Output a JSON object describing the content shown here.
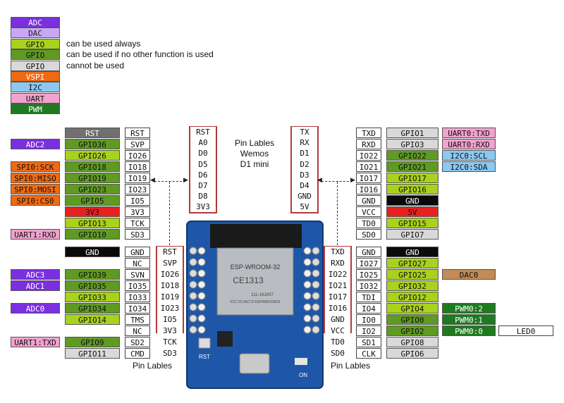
{
  "colors": {
    "ADC": "#7b2fe0",
    "DAC": "#c8a8f4",
    "GPIO_ALWAYS": "#a8d21c",
    "GPIO_COND": "#5f9a23",
    "GPIO_NEVER": "#d9d9d9",
    "VSPI": "#f06a12",
    "I2C": "#8cc8f0",
    "UART": "#f2a2cf",
    "PWM": "#1f7a1f",
    "RST": "#707070",
    "POWER": "#e82020",
    "GND": "#0a0a0a",
    "DAC0": "#c48a57",
    "WHITE": "#ffffff",
    "BOARD": "#1f57a8"
  },
  "legend": {
    "items": [
      {
        "label": "ADC",
        "color": "#7b2fe0",
        "fg": "#fff"
      },
      {
        "label": "DAC",
        "color": "#c8a8f4",
        "fg": "#222"
      },
      {
        "label": "GPIO",
        "color": "#a8d21c",
        "fg": "#111",
        "desc": "can be used always"
      },
      {
        "label": "GPIO",
        "color": "#5f9a23",
        "fg": "#111",
        "desc": "can be used if no other function is used"
      },
      {
        "label": "GPIO",
        "color": "#d9d9d9",
        "fg": "#111",
        "desc": "cannot be used"
      },
      {
        "label": "VSPI",
        "color": "#f06a12",
        "fg": "#fff"
      },
      {
        "label": "I2C",
        "color": "#8cc8f0",
        "fg": "#111"
      },
      {
        "label": "UART",
        "color": "#f2a2cf",
        "fg": "#111"
      },
      {
        "label": "PWM",
        "color": "#1f7a1f",
        "fg": "#fff"
      }
    ]
  },
  "center_title": {
    "line1": "Pin Lables",
    "line2": "Wemos",
    "line3": "D1 mini"
  },
  "center_left_pins": [
    "RST",
    "A0",
    "D0",
    "D5",
    "D6",
    "D7",
    "D8",
    "3V3"
  ],
  "center_right_pins": [
    "TX",
    "RX",
    "D1",
    "D2",
    "D3",
    "D4",
    "GND",
    "5V"
  ],
  "top_left_rows": [
    {
      "func": "",
      "gpio": "RST",
      "gpio_color": "#707070",
      "gpio_fg": "#fff",
      "label": "RST"
    },
    {
      "func": "ADC2",
      "func_color": "#7b2fe0",
      "func_fg": "#fff",
      "gpio": "GPIO36",
      "gpio_color": "#5f9a23",
      "gpio_fg": "#111",
      "label": "SVP"
    },
    {
      "func": "",
      "gpio": "GPIO26",
      "gpio_color": "#a8d21c",
      "gpio_fg": "#111",
      "label": "IO26"
    },
    {
      "func": "SPI0:SCK",
      "func_color": "#f06a12",
      "func_fg": "#111",
      "gpio": "GPIO18",
      "gpio_color": "#5f9a23",
      "gpio_fg": "#111",
      "label": "IO18"
    },
    {
      "func": "SPI0:MISO",
      "func_color": "#f06a12",
      "func_fg": "#111",
      "gpio": "GPIO19",
      "gpio_color": "#5f9a23",
      "gpio_fg": "#111",
      "label": "IO19"
    },
    {
      "func": "SPI0:MOSI",
      "func_color": "#f06a12",
      "func_fg": "#111",
      "gpio": "GPIO23",
      "gpio_color": "#5f9a23",
      "gpio_fg": "#111",
      "label": "IO23"
    },
    {
      "func": "SPI0:CS0",
      "func_color": "#f06a12",
      "func_fg": "#111",
      "gpio": "GPIO5",
      "gpio_color": "#5f9a23",
      "gpio_fg": "#111",
      "label": "IO5"
    },
    {
      "func": "",
      "gpio": "3V3",
      "gpio_color": "#e82020",
      "gpio_fg": "#111",
      "label": "3V3"
    },
    {
      "func": "",
      "gpio": "GPIO13",
      "gpio_color": "#a8d21c",
      "gpio_fg": "#111",
      "label": "TCK"
    },
    {
      "func": "UART1:RXD",
      "func_color": "#f2a2cf",
      "func_fg": "#111",
      "gpio": "GPIO10",
      "gpio_color": "#5f9a23",
      "gpio_fg": "#111",
      "label": "SD3"
    }
  ],
  "top_right_rows": [
    {
      "label": "TXD",
      "gpio": "GPIO1",
      "gpio_color": "#d9d9d9",
      "gpio_fg": "#111",
      "func": "UART0:TXD",
      "func_color": "#f2a2cf",
      "func_fg": "#111"
    },
    {
      "label": "RXD",
      "gpio": "GPIO3",
      "gpio_color": "#d9d9d9",
      "gpio_fg": "#111",
      "func": "UART0:RXD",
      "func_color": "#f2a2cf",
      "func_fg": "#111"
    },
    {
      "label": "IO22",
      "gpio": "GPIO22",
      "gpio_color": "#5f9a23",
      "gpio_fg": "#111",
      "func": "I2C0:SCL",
      "func_color": "#8cc8f0",
      "func_fg": "#111"
    },
    {
      "label": "IO21",
      "gpio": "GPIO21",
      "gpio_color": "#5f9a23",
      "gpio_fg": "#111",
      "func": "I2C0:SDA",
      "func_color": "#8cc8f0",
      "func_fg": "#111"
    },
    {
      "label": "IO17",
      "gpio": "GPIO17",
      "gpio_color": "#a8d21c",
      "gpio_fg": "#111",
      "func": ""
    },
    {
      "label": "IO16",
      "gpio": "GPIO16",
      "gpio_color": "#a8d21c",
      "gpio_fg": "#111",
      "func": ""
    },
    {
      "label": "GND",
      "gpio": "GND",
      "gpio_color": "#0a0a0a",
      "gpio_fg": "#fff",
      "func": ""
    },
    {
      "label": "VCC",
      "gpio": "5V",
      "gpio_color": "#e82020",
      "gpio_fg": "#111",
      "func": ""
    },
    {
      "label": "TD0",
      "gpio": "GPIO15",
      "gpio_color": "#a8d21c",
      "gpio_fg": "#111",
      "func": ""
    },
    {
      "label": "SD0",
      "gpio": "GPIO7",
      "gpio_color": "#d9d9d9",
      "gpio_fg": "#111",
      "func": ""
    }
  ],
  "bottom_left_rows": [
    {
      "func": "",
      "gpio": "GND",
      "gpio_color": "#0a0a0a",
      "gpio_fg": "#fff",
      "label": "GND",
      "board": "RST"
    },
    {
      "func": "",
      "gpio": "",
      "label": "NC",
      "board": "SVP"
    },
    {
      "func": "ADC3",
      "func_color": "#7b2fe0",
      "func_fg": "#fff",
      "gpio": "GPIO39",
      "gpio_color": "#5f9a23",
      "gpio_fg": "#111",
      "label": "SVN",
      "board": "IO26"
    },
    {
      "func": "ADC1",
      "func_color": "#7b2fe0",
      "func_fg": "#fff",
      "gpio": "GPIO35",
      "gpio_color": "#5f9a23",
      "gpio_fg": "#111",
      "label": "IO35",
      "board": "IO18"
    },
    {
      "func": "",
      "gpio": "GPIO33",
      "gpio_color": "#a8d21c",
      "gpio_fg": "#111",
      "label": "IO33",
      "board": "IO19"
    },
    {
      "func": "ADC0",
      "func_color": "#7b2fe0",
      "func_fg": "#fff",
      "gpio": "GPIO34",
      "gpio_color": "#5f9a23",
      "gpio_fg": "#111",
      "label": "IO34",
      "board": "IO23"
    },
    {
      "func": "",
      "gpio": "GPIO14",
      "gpio_color": "#a8d21c",
      "gpio_fg": "#111",
      "label": "TMS",
      "board": "IO5"
    },
    {
      "func": "",
      "gpio": "",
      "label": "NC",
      "board": "3V3"
    },
    {
      "func": "UART1:TXD",
      "func_color": "#f2a2cf",
      "func_fg": "#111",
      "gpio": "GPIO9",
      "gpio_color": "#5f9a23",
      "gpio_fg": "#111",
      "label": "SD2",
      "board": "TCK"
    },
    {
      "func": "",
      "gpio": "GPIO11",
      "gpio_color": "#d9d9d9",
      "gpio_fg": "#111",
      "label": "CMD",
      "board": "SD3"
    }
  ],
  "bottom_right_rows": [
    {
      "board": "TXD",
      "label": "GND",
      "gpio": "GND",
      "gpio_color": "#0a0a0a",
      "gpio_fg": "#fff",
      "func": ""
    },
    {
      "board": "RXD",
      "label": "IO27",
      "gpio": "GPIO27",
      "gpio_color": "#a8d21c",
      "gpio_fg": "#111",
      "func": ""
    },
    {
      "board": "IO22",
      "label": "IO25",
      "gpio": "GPIO25",
      "gpio_color": "#a8d21c",
      "gpio_fg": "#111",
      "func": "DAC0",
      "func_color": "#c48a57",
      "func_fg": "#111"
    },
    {
      "board": "IO21",
      "label": "IO32",
      "gpio": "GPIO32",
      "gpio_color": "#a8d21c",
      "gpio_fg": "#111",
      "func": ""
    },
    {
      "board": "IO17",
      "label": "TDI",
      "gpio": "GPIO12",
      "gpio_color": "#a8d21c",
      "gpio_fg": "#111",
      "func": ""
    },
    {
      "board": "IO16",
      "label": "IO4",
      "gpio": "GPIO4",
      "gpio_color": "#a8d21c",
      "gpio_fg": "#111",
      "func": "PWM0:2",
      "func_color": "#1f7a1f",
      "func_fg": "#fff"
    },
    {
      "board": "GND",
      "label": "IO0",
      "gpio": "GPIO0",
      "gpio_color": "#5f9a23",
      "gpio_fg": "#111",
      "func": "PWM0:1",
      "func_color": "#1f7a1f",
      "func_fg": "#fff"
    },
    {
      "board": "VCC",
      "label": "IO2",
      "gpio": "GPIO2",
      "gpio_color": "#5f9a23",
      "gpio_fg": "#111",
      "func": "PWM0:0",
      "func_color": "#1f7a1f",
      "func_fg": "#fff",
      "extra": "LED0"
    },
    {
      "board": "TD0",
      "label": "SD1",
      "gpio": "GPIO8",
      "gpio_color": "#d9d9d9",
      "gpio_fg": "#111",
      "func": ""
    },
    {
      "board": "SD0",
      "label": "CLK",
      "gpio": "GPIO6",
      "gpio_color": "#d9d9d9",
      "gpio_fg": "#111",
      "func": ""
    }
  ],
  "bottom_left_caption": "Pin Lables",
  "bottom_right_caption": "Pin Lables",
  "board": {
    "module_text": "ESP-WROOM-32",
    "ce_text": "CE1313",
    "cert1": "211-161007",
    "cert2": "FCC ID:2AC7Z-ESPWROOM32",
    "rst_label": "RST",
    "on_label": "ON"
  }
}
